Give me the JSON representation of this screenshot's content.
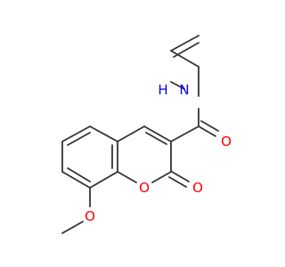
{
  "atoms": [
    {
      "id": "N1",
      "label": "N",
      "color": "#0000ff"
    },
    {
      "id": "H1",
      "label": "H",
      "color": "#0000ff"
    },
    {
      "id": "O_amide",
      "label": "O",
      "color": "#ff0000"
    },
    {
      "id": "O_ring",
      "label": "O",
      "color": "#ff0000"
    },
    {
      "id": "O_lactone",
      "label": "O",
      "color": "#ff0000"
    },
    {
      "id": "O_methoxy",
      "label": "O",
      "color": "#ff0000"
    }
  ],
  "colors": {
    "bond": "#333333",
    "nitrogen": "#0000ff",
    "oxygen": "#ff0000"
  }
}
